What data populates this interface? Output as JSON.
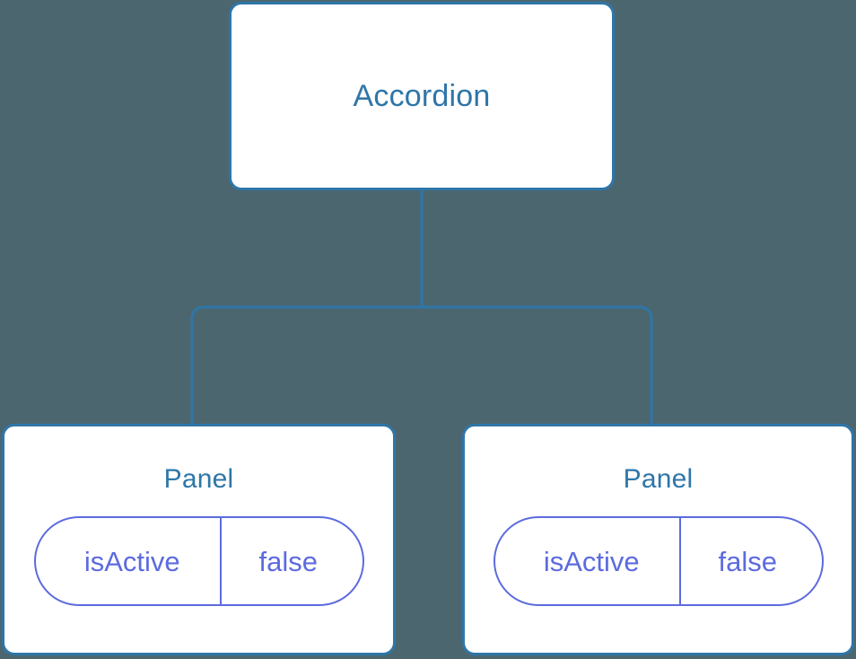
{
  "canvas": {
    "background_color": "#4c6670",
    "node_border_color": "#2e76a8",
    "node_title_color": "#2e76a8",
    "node_fill_color": "#ffffff",
    "state_color": "#5c6bde",
    "connector_color": "#2e76a8"
  },
  "tree": {
    "root": {
      "label": "Accordion"
    },
    "children": [
      {
        "label": "Panel",
        "state": {
          "key": "isActive",
          "value": "false"
        }
      },
      {
        "label": "Panel",
        "state": {
          "key": "isActive",
          "value": "false"
        }
      }
    ]
  }
}
